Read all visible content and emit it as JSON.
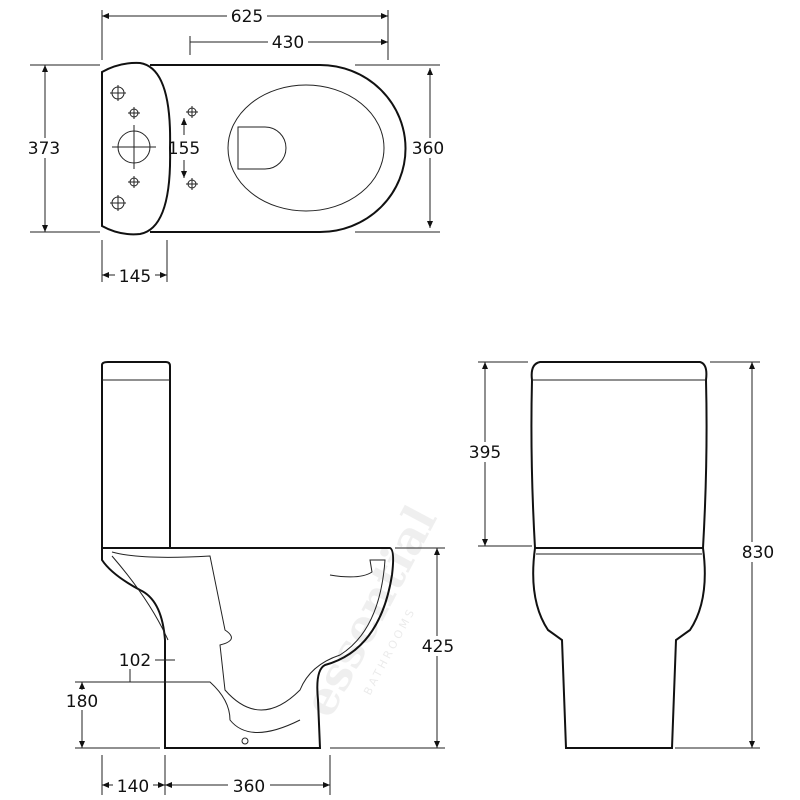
{
  "drawing": {
    "plan_view": {
      "overall_length": "625",
      "pan_length": "430",
      "overall_width": "373",
      "pan_width": "360",
      "fixing_centres": "155",
      "cistern_depth": "145"
    },
    "side_view": {
      "pan_height": "425",
      "outlet_height": "180",
      "outlet_diameter": "102",
      "cistern_offset": "140",
      "outlet_to_front": "360"
    },
    "front_view": {
      "cistern_height": "395",
      "overall_height": "830"
    },
    "watermark": {
      "brand": "essential",
      "sub": "BATHROOMS"
    }
  }
}
